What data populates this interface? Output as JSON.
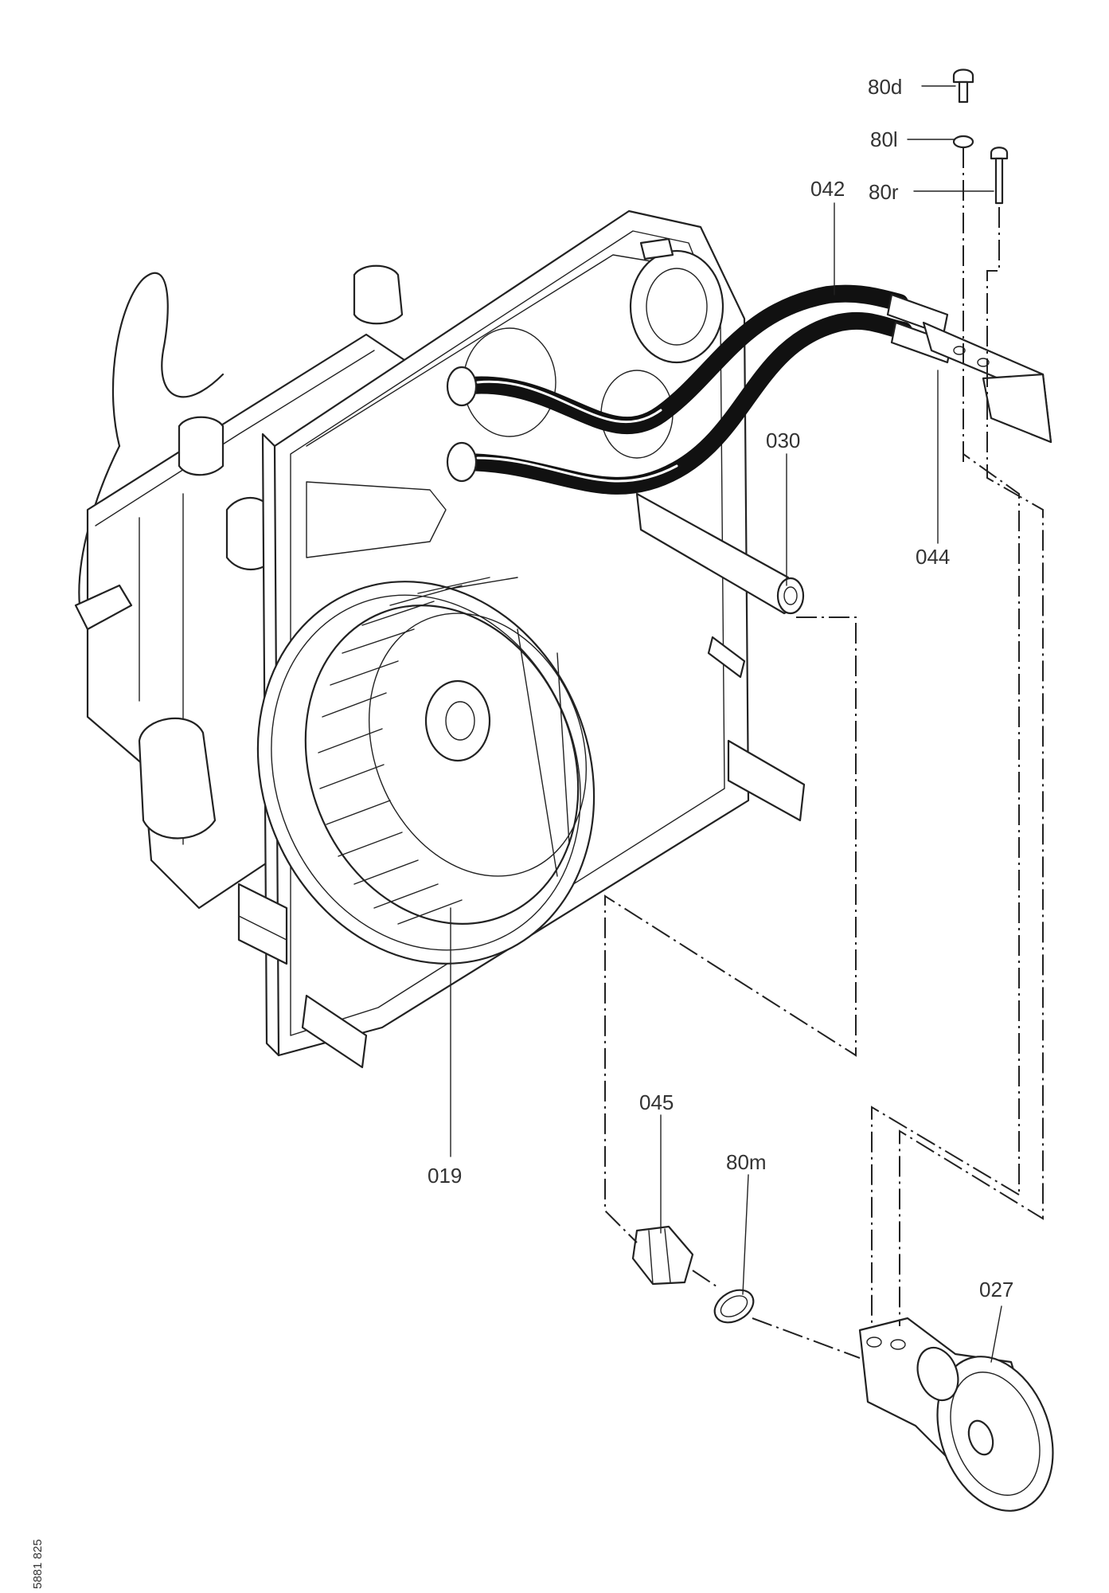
{
  "reference_number": "5881 825",
  "part_labels": {
    "p80d": "80d",
    "p80l": "80l",
    "p80r": "80r",
    "p042": "042",
    "p030": "030",
    "p044": "044",
    "p019": "019",
    "p045": "045",
    "p80m": "80m",
    "p027": "027"
  }
}
